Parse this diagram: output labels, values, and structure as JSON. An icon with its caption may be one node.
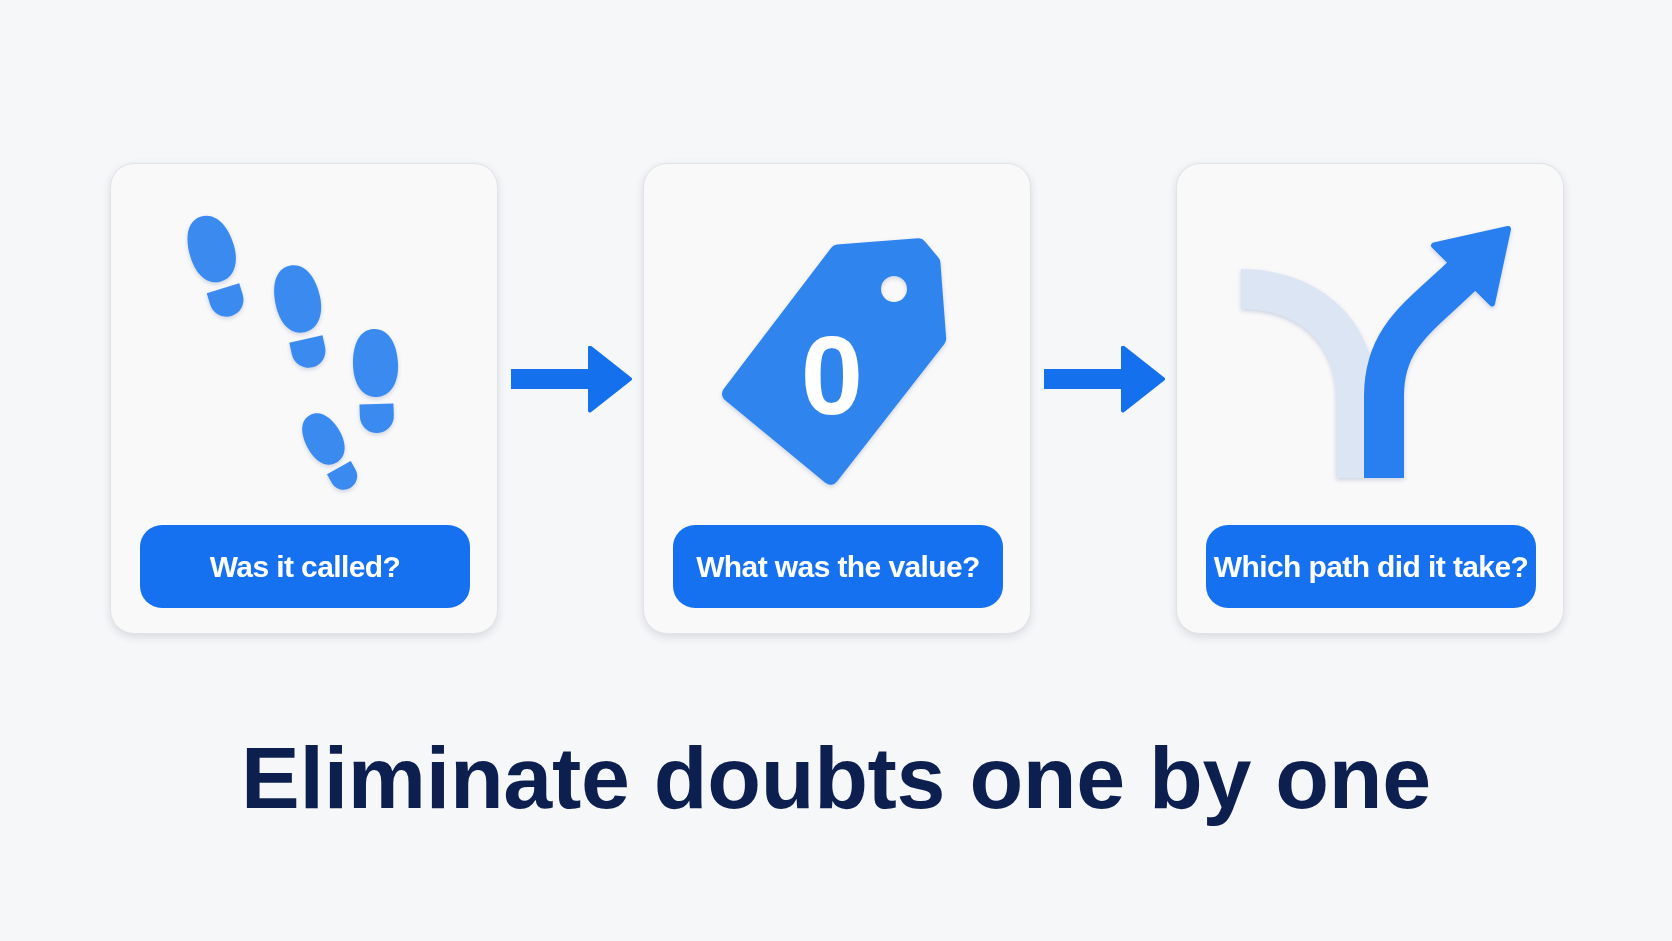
{
  "diagram": {
    "title": "Eliminate doubts one by one",
    "nodes": [
      {
        "text": [
          "Was it called?"
        ]
      },
      {
        "text": [
          "0",
          "What was the value?"
        ]
      },
      {
        "text": [
          "Which path did it take?"
        ]
      }
    ],
    "edges": [
      {
        "from": 0,
        "to": 1,
        "arrow": "to"
      },
      {
        "from": 1,
        "to": 2,
        "arrow": "to"
      }
    ]
  }
}
